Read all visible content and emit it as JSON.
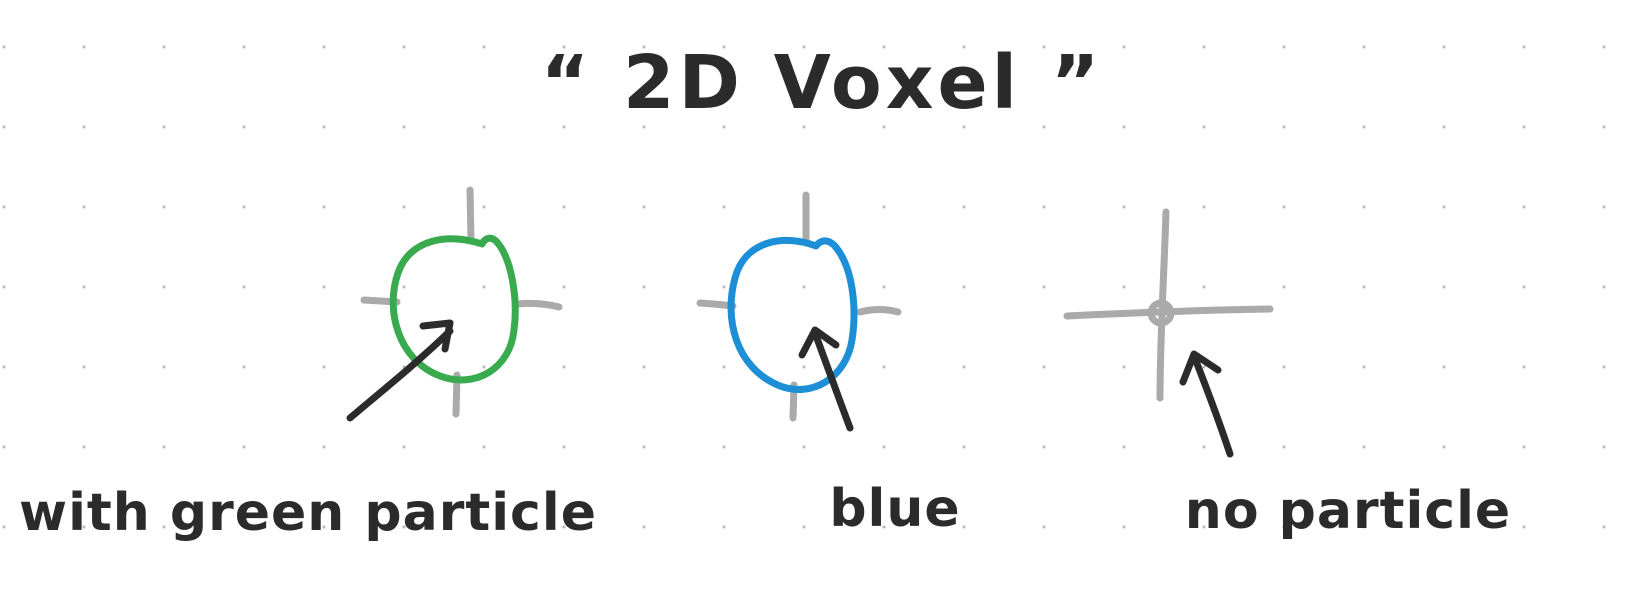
{
  "title": "“ 2D Voxel ”",
  "voxels": [
    {
      "label": "with green particle",
      "particle": "green"
    },
    {
      "label": "blue",
      "particle": "blue"
    },
    {
      "label": "no particle",
      "particle": "none"
    }
  ],
  "colors": {
    "green": "#3aaa4f",
    "blue": "#1d8fd6",
    "grid": "#aaaaaa",
    "ink": "#2b2b2b"
  }
}
